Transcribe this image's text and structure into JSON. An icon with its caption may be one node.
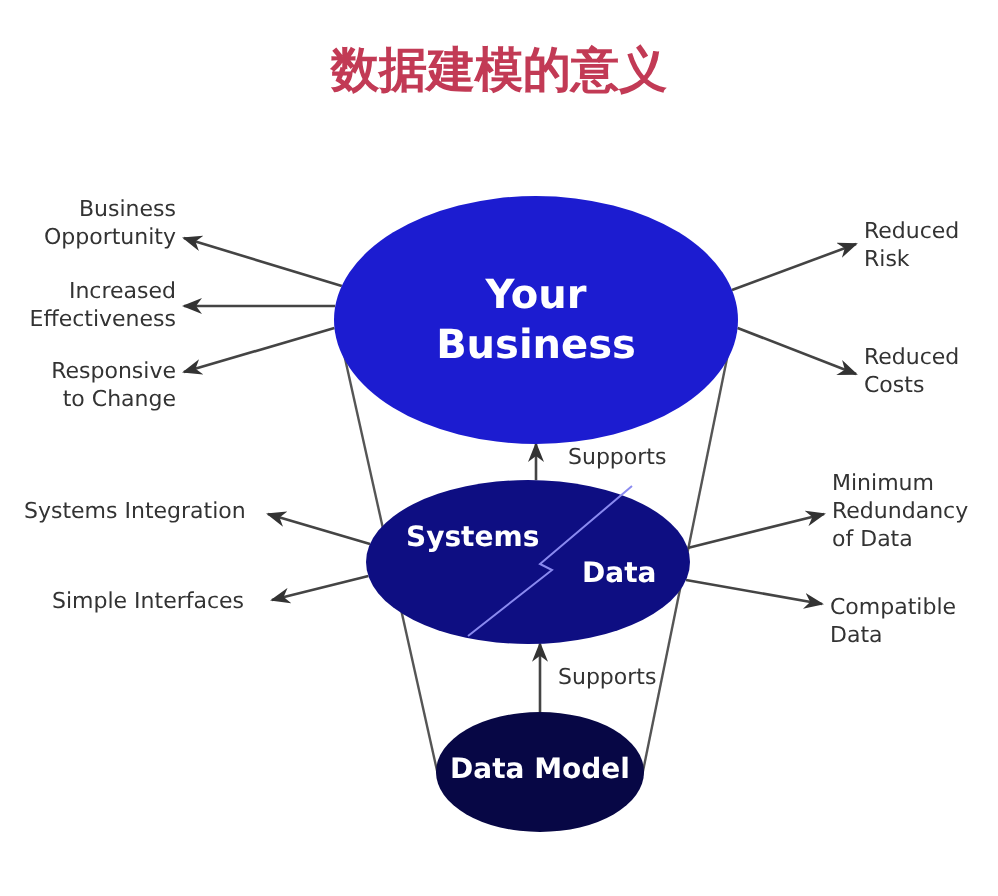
{
  "diagram": {
    "title": "数据建模的意义",
    "nodes": [
      {
        "text": [
          "Your Business"
        ]
      },
      {
        "text": [
          "Systems",
          "Data"
        ]
      },
      {
        "text": [
          "Data Model"
        ]
      },
      {
        "text": [
          "Business Opportunity"
        ]
      },
      {
        "text": [
          "Increased Effectiveness"
        ]
      },
      {
        "text": [
          "Responsive to Change"
        ]
      },
      {
        "text": [
          "Systems Integration"
        ]
      },
      {
        "text": [
          "Simple Interfaces"
        ]
      },
      {
        "text": [
          "Reduced Risk"
        ]
      },
      {
        "text": [
          "Reduced Costs"
        ]
      },
      {
        "text": [
          "Minimum Redundancy of Data"
        ]
      },
      {
        "text": [
          "Compatible Data"
        ]
      }
    ],
    "edges": [
      {
        "from": 0,
        "to": 3,
        "arrow": "to"
      },
      {
        "from": 0,
        "to": 4,
        "arrow": "to"
      },
      {
        "from": 0,
        "to": 5,
        "arrow": "to"
      },
      {
        "from": 1,
        "to": 6,
        "arrow": "to"
      },
      {
        "from": 1,
        "to": 7,
        "arrow": "to"
      },
      {
        "from": 0,
        "to": 8,
        "arrow": "to"
      },
      {
        "from": 0,
        "to": 9,
        "arrow": "to"
      },
      {
        "from": 1,
        "to": 10,
        "arrow": "to"
      },
      {
        "from": 1,
        "to": 11,
        "arrow": "to"
      },
      {
        "from": 1,
        "to": 0,
        "arrow": "to",
        "label": "Supports"
      },
      {
        "from": 2,
        "to": 1,
        "arrow": "to",
        "label": "Supports"
      }
    ]
  }
}
